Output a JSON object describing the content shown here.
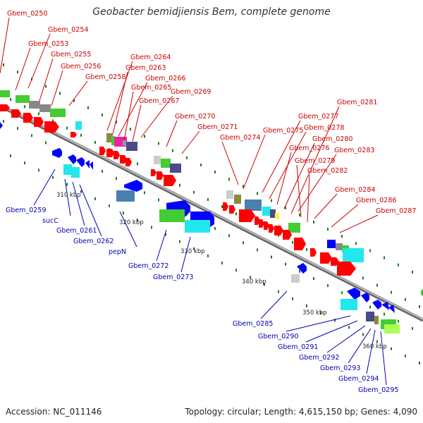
{
  "title": "Geobacter bemidjiensis Bem, complete genome",
  "accession": "Accession: NC_011146",
  "summary": "Topology: circular; Length: 4,615,150 bp; Genes: 4,090",
  "colors": {
    "axis": "#999999",
    "cds_forward": "#ff0000",
    "cds_reverse": "#0000ff",
    "green": "#44cc33",
    "gray": "#888888",
    "cyan": "#22e8ee",
    "steelblue": "#4a7fb0",
    "magenta": "#ee22aa",
    "olive": "#8b8b3a",
    "darkslate": "#4a4a8a",
    "tick": "#1a7a1a",
    "label_top": "#cc0000",
    "label_bottom": "#0000b0"
  },
  "kbp_labels": [
    "310 kbp",
    "320 kbp",
    "330 kbp",
    "340 kbp",
    "350 kbp",
    "360 kbp"
  ],
  "top_genes": [
    "Gbem_0250",
    "Gbem_0254",
    "Gbem_0253",
    "Gbem_0255",
    "Gbem_0256",
    "Gbem_0258",
    "Gbem_0264",
    "Gbem_0263",
    "Gbem_0266",
    "Gbem_0265",
    "Gbem_0267",
    "Gbem_0269",
    "Gbem_0270",
    "Gbem_0271",
    "Gbem_0274",
    "Gbem_0275",
    "Gbem_0277",
    "Gbem_0278",
    "Gbem_0276",
    "Gbem_0280",
    "Gbem_0281",
    "Gbem_0283",
    "Gbem_0279",
    "Gbem_0282",
    "Gbem_0284",
    "Gbem_0286",
    "Gbem_0287"
  ],
  "bottom_genes": [
    "Gbem_0259",
    "sucC",
    "Gbem_0261",
    "Gbem_0262",
    "pepN",
    "Gbem_0272",
    "Gbem_0273",
    "Gbem_0285",
    "Gbem_0290",
    "Gbem_0291",
    "Gbem_0292",
    "Gbem_0293",
    "Gbem_0294",
    "Gbem_0295"
  ]
}
